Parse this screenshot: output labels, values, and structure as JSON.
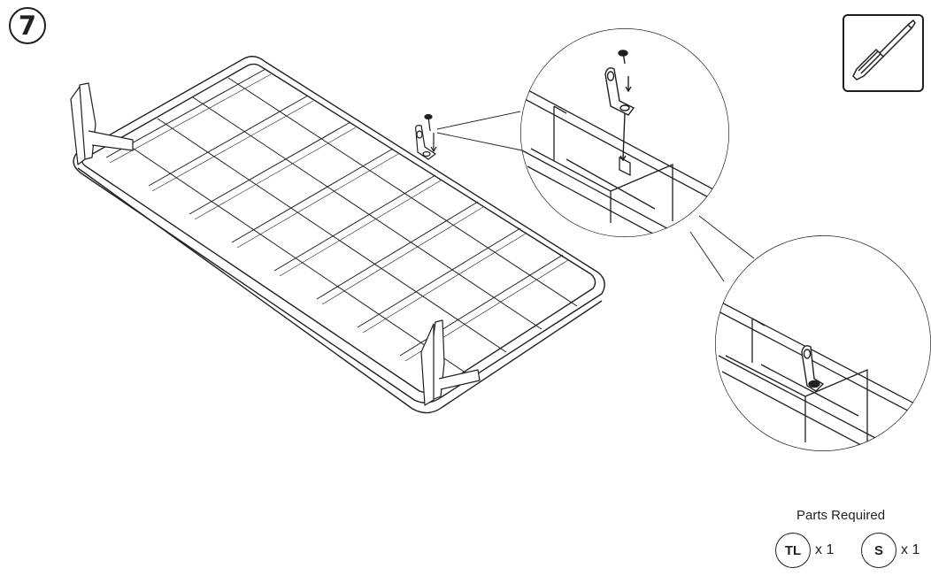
{
  "step": {
    "number": "7"
  },
  "tool": {
    "icon": "screwdriver-icon"
  },
  "parts": {
    "title": "Parts Required",
    "items": [
      {
        "code": "TL",
        "qty": "x 1"
      },
      {
        "code": "S",
        "qty": "x 1"
      }
    ]
  },
  "colors": {
    "line": "#231f20",
    "background": "#ffffff"
  }
}
